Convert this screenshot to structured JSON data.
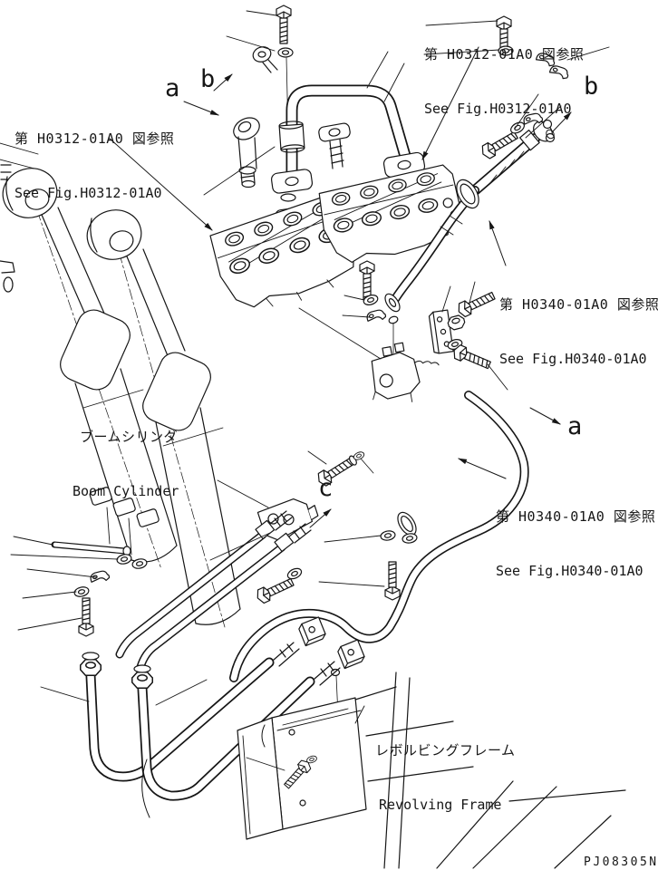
{
  "diagram": {
    "callouts": {
      "fig_h0312_top": {
        "jp": "第 H0312-01A0 図参照",
        "en": "See Fig.H0312-01A0"
      },
      "fig_h0312_left": {
        "jp": "第 H0312-01A0 図参照",
        "en": "See Fig.H0312-01A0"
      },
      "fig_h0340_upper": {
        "jp": "第 H0340-01A0 図参照",
        "en": "See Fig.H0340-01A0"
      },
      "fig_h0340_lower": {
        "jp": "第 H0340-01A0 図参照",
        "en": "See Fig.H0340-01A0"
      },
      "boom_cylinder": {
        "jp": "ブームシリンダ",
        "en": "Boom Cylinder"
      },
      "revolving_frame": {
        "jp": "レボルビングフレーム",
        "en": "Revolving Frame"
      }
    },
    "view_letters": {
      "a_top": "a",
      "b_top": "b",
      "b_right": "b",
      "a_right": "a",
      "c_center": "c"
    },
    "drawing_number": "PJ08305N",
    "colors": {
      "ink": "#161616",
      "paper": "#ffffff"
    }
  }
}
